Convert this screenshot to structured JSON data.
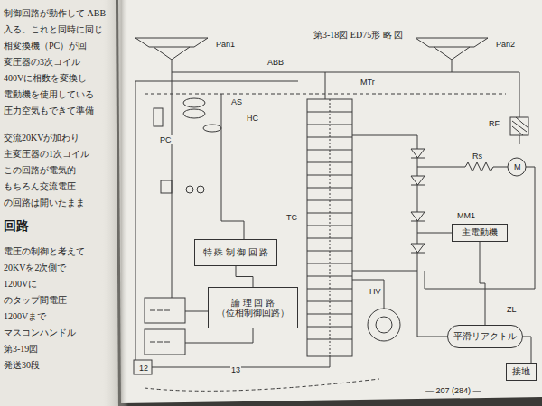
{
  "diagram": {
    "title": "第3-18図 ED75形 略 図",
    "nodes": [
      {
        "text": [
          "特 殊 制 御 回 路"
        ]
      },
      {
        "text": [
          "論 理 回 路",
          "（位相制御回路）"
        ]
      },
      {
        "text": [
          "主電動機"
        ]
      },
      {
        "text": [
          "平滑リアクトル"
        ]
      },
      {
        "text": [
          "接地"
        ]
      }
    ],
    "edges": [
      {
        "from": 0,
        "to": 1,
        "arrow": "none"
      },
      {
        "from": 2,
        "to": 3,
        "arrow": "none"
      }
    ],
    "labels": [
      "制御回路が動作して ABB",
      "入る。これと同時に同じ",
      "相変換機（PC）が回",
      "変圧器の3次コイル",
      "400Vに相数を変換し",
      "電動機を使用している",
      "圧力空気もできて準備",
      "交流20KVが加わり",
      "主変圧器の1次コイル",
      "この回路が電気的",
      "もちろん交流電圧",
      "の回路は開いたまま",
      "回路",
      "電圧の制御と考えて",
      "20KVを2次側で",
      "1200Vに",
      "のタップ間電圧",
      "1200Vまで",
      "マスコンハンドル",
      "第3-19図",
      "発送30段",
      "Pan1",
      "Pan2",
      "ABB",
      "AS",
      "PC",
      "MTr",
      "TC",
      "HC",
      "RF",
      "MM1",
      "M",
      "Rs",
      "12",
      "13",
      "ZL",
      "HV",
      "— 207 (284) —"
    ]
  }
}
